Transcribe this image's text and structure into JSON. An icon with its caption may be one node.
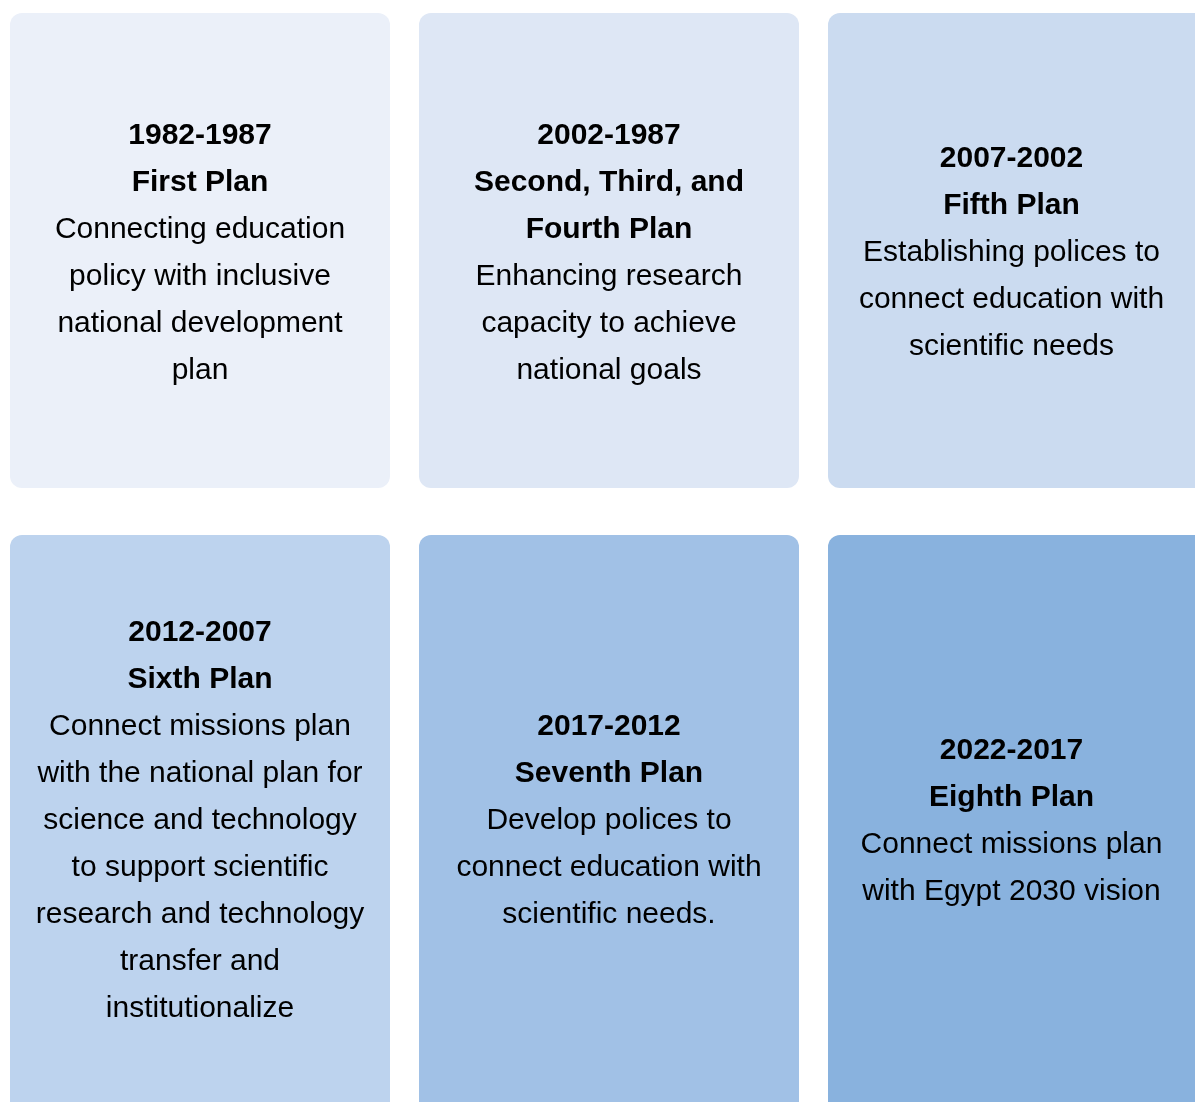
{
  "diagram": {
    "nodes": [
      {
        "text": [
          "1982-1987",
          "First Plan",
          "Connecting education policy with inclusive national development plan"
        ]
      },
      {
        "text": [
          "2002-1987",
          "Second, Third, and Fourth Plan",
          "Enhancing research capacity to achieve national goals"
        ]
      },
      {
        "text": [
          "2007-2002",
          "Fifth Plan",
          "Establishing polices to connect education with scientific needs"
        ]
      },
      {
        "text": [
          "2012-2007",
          "Sixth Plan",
          "Connect missions plan with the national plan for science and technology to support scientific research and technology transfer and institutionalize"
        ]
      },
      {
        "text": [
          "2017-2012",
          "Seventh Plan",
          "Develop polices to connect education with scientific needs."
        ]
      },
      {
        "text": [
          "2022-2017",
          "Eighth Plan",
          "Connect missions plan with Egypt 2030 vision"
        ]
      }
    ]
  }
}
